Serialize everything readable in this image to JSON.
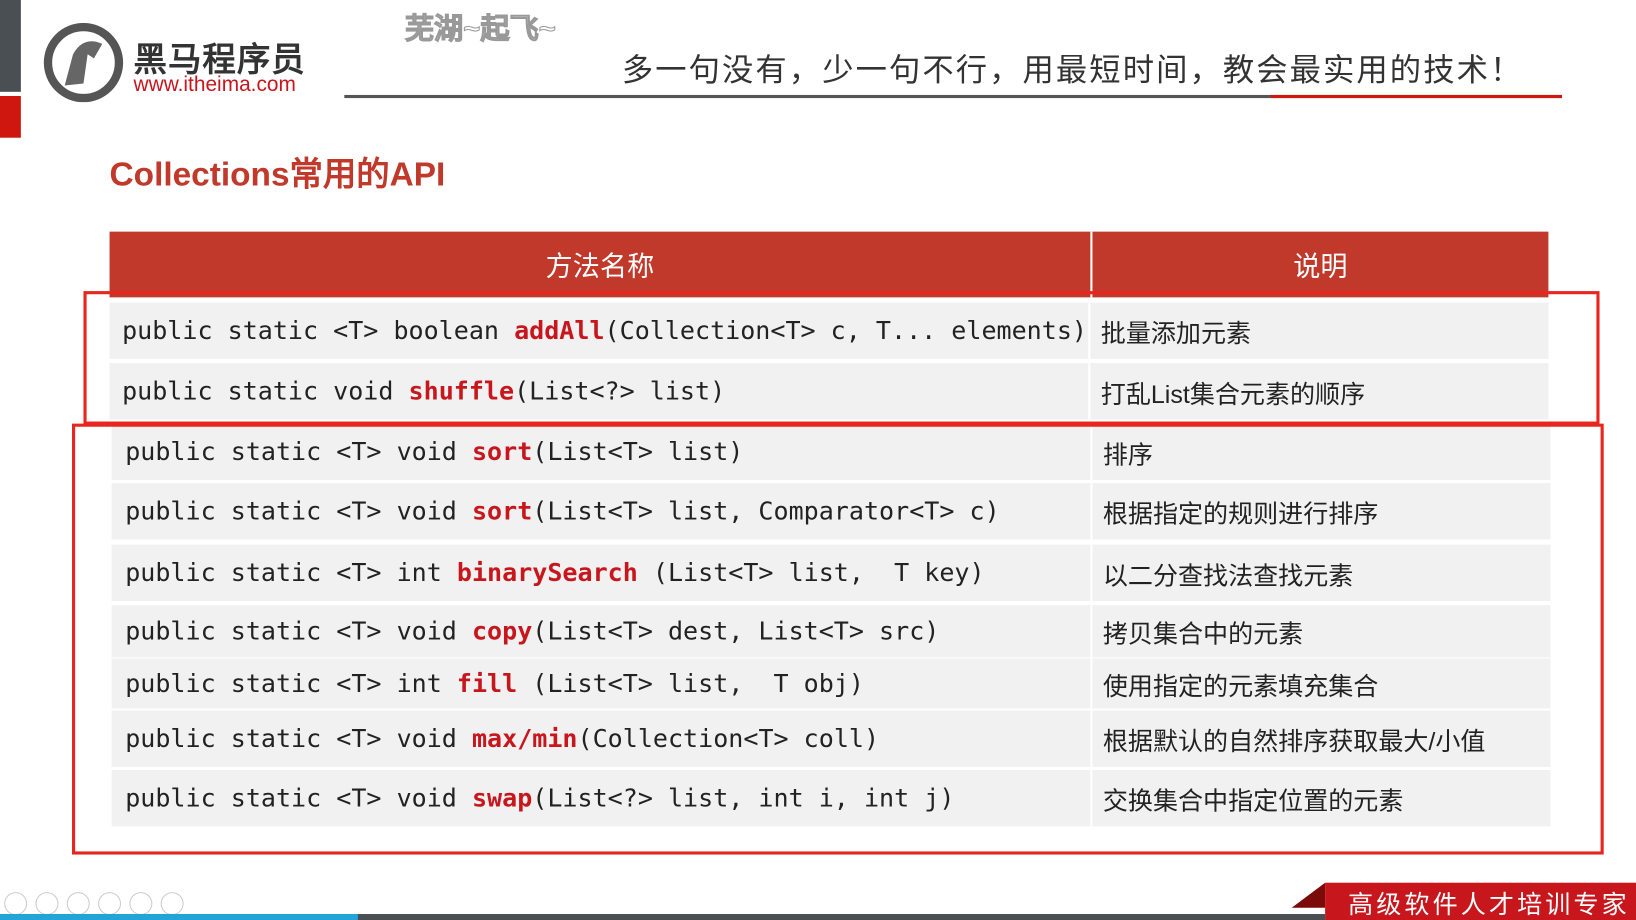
{
  "header": {
    "brand": "黑马程序员",
    "url": "www.itheima.com",
    "watermark": "芜湖~起飞~",
    "slogan": "多一句没有，少一句不行，用最短时间，教会最实用的技术！"
  },
  "title": "Collections常用的API",
  "table": {
    "headers": [
      "方法名称",
      "说明"
    ],
    "rows": [
      {
        "pre": "public static <T> boolean ",
        "name": "addAll",
        "post": "(Collection<T> c, T... elements)",
        "desc": "批量添加元素"
      },
      {
        "pre": "public static void ",
        "name": "shuffle",
        "post": "(List<?> list)",
        "desc": "打乱List集合元素的顺序"
      },
      {
        "pre": "public static <T> void ",
        "name": "sort",
        "post": "(List<T> list)",
        "desc": "排序"
      },
      {
        "pre": "public static <T> void ",
        "name": "sort",
        "post": "(List<T> list, Comparator<T> c)",
        "desc": "根据指定的规则进行排序"
      },
      {
        "pre": "public static <T> int ",
        "name": "binarySearch",
        "post": " (List<T> list,  T key)",
        "desc": "以二分查找法查找元素"
      },
      {
        "pre": "public static <T> void ",
        "name": "copy",
        "post": "(List<T> dest, List<T> src)",
        "desc": "拷贝集合中的元素"
      },
      {
        "pre": "public static <T> int ",
        "name": "fill",
        "post": " (List<T> list,  T obj)",
        "desc": "使用指定的元素填充集合"
      },
      {
        "pre": "public static <T> void ",
        "name": "max/min",
        "post": "(Collection<T> coll)",
        "desc": "根据默认的自然排序获取最大/小值"
      },
      {
        "pre": "public static <T> void ",
        "name": "swap",
        "post": "(List<?> list, int i, int j)",
        "desc": "交换集合中指定位置的元素"
      }
    ]
  },
  "footer": {
    "tagline": "高级软件人才培训专家"
  },
  "colors": {
    "accent": "#c0392b",
    "highlight": "#e8261f"
  },
  "playback_progress_percent": 27
}
